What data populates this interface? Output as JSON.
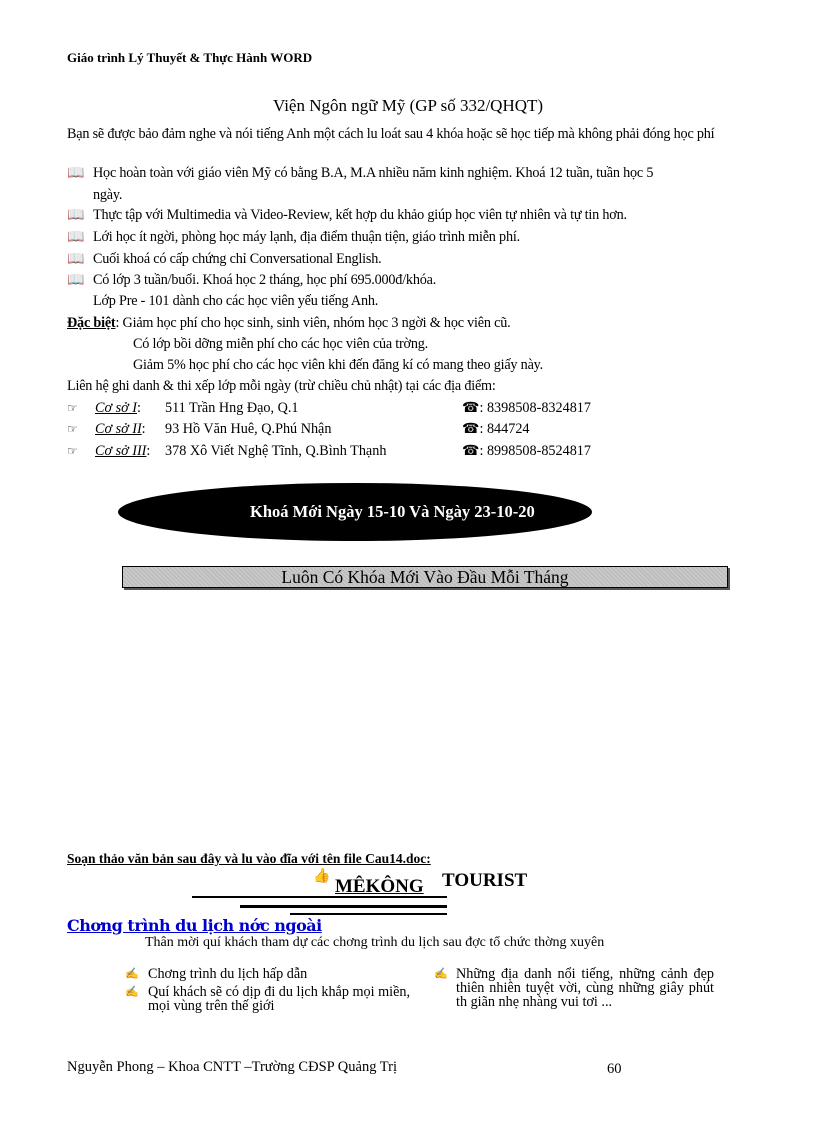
{
  "header": {
    "title": "Giáo trình Lý Thuyết & Thực Hành WORD"
  },
  "ad": {
    "title": "Viện Ngôn ngữ Mỹ (GP số 332/QHQT)",
    "intro": "Bạn sẽ được  bảo đảm nghe và nói tiếng Anh một cách lu  loát sau 4 khóa hoặc sẽ học tiếp mà không phải đóng học phí",
    "bullet_icon": "book-icon",
    "bullets": [
      {
        "line1": "Học hoàn toàn với giáo viên Mỹ có bằng B.A, M.A nhiều năm kinh nghiệm. Khoá 12 tuần, tuần học 5",
        "line2": "ngày."
      },
      {
        "line1": "Thực tập với Multimedia và Video-Review, kết hợp du khảo giúp học viên tự nhiên và tự tin hơn."
      },
      {
        "line1": "Lới học ít ngời,   phòng học máy lạnh, địa điểm thuận tiện, giáo trình miễn phí."
      },
      {
        "line1": "Cuối khoá có cấp chứng chỉ Conversational  English."
      },
      {
        "line1": "Có lớp 3 tuần/buổi.  Khoá học 2 tháng, học phí 695.000đ/khóa.",
        "line2": "Lớp Pre - 101 dành cho các học viên yếu tiếng Anh."
      }
    ],
    "special": {
      "label": "Đặc biệt",
      "lines": [
        "Giảm học phí cho học sinh, sinh viên, nhóm học 3 ngời   & học viên cũ.",
        "Có lớp bồi dỡng   miễn phí cho các học viên của trờng.",
        "Giảm 5% học phí cho các học viên khi đến đăng kí có mang theo giấy này."
      ]
    },
    "contact_intro": "Liên hệ ghi danh & thi xếp lớp mỗi ngày (trừ chiều chủ nhật) tại các địa điểm:",
    "branches": [
      {
        "label": "Cơ sở I",
        "address": "511 Trần Hng   Đạo, Q.1",
        "phone": "8398508-8324817"
      },
      {
        "label": "Cơ sở II",
        "address": "93 Hồ Văn Huê, Q.Phú Nhận",
        "phone": "844724"
      },
      {
        "label": "Cơ sở III",
        "address": "378 Xô Viết Nghệ Tĩnh, Q.Bình Thạnh",
        "phone": "8998508-8524817"
      }
    ],
    "hand_icon": "pointing-hand-icon",
    "phone_icon": "telephone-icon",
    "ellipse_text": "Khoá Mới Ngày 15-10 Và Ngày 23-10-20",
    "banner_text": "Luôn Có Khóa Mới Vào Đầu Mỗi Tháng"
  },
  "exercise": {
    "instruction": "Soạn thảo văn bản sau đây và lu  vào đĩa với tên file Cau14.doc:",
    "brand_icon": "thumbs-up-icon",
    "brand_mekong": "MÊKÔNG",
    "brand_tourist": "TOURIST",
    "heading_link": "Chơng   trình du lịch nớc   ngoài",
    "invite": "Thân mời quí khách tham dự các chơng   trình du lịch sau đợc   tổ chức thờng   xuyên",
    "bullet_icon": "writing-hand-icon",
    "left_items": [
      "Chơng   trình du lịch hấp dẫn",
      "Quí khách sẽ có dịp đi du lịch khắp mọi miền, mọi vùng trên thế giới"
    ],
    "right_items": [
      "Những địa danh nổi tiếng, những cảnh đẹp thiên nhiên tuyệt vời, cùng những giây phút th  giãn nhẹ nhàng vui tơi   ..."
    ]
  },
  "footer": {
    "author": "Nguyễn  Phong  – Khoa CNTT –Trường  CĐSP Quảng  Trị",
    "page_number": "60"
  }
}
